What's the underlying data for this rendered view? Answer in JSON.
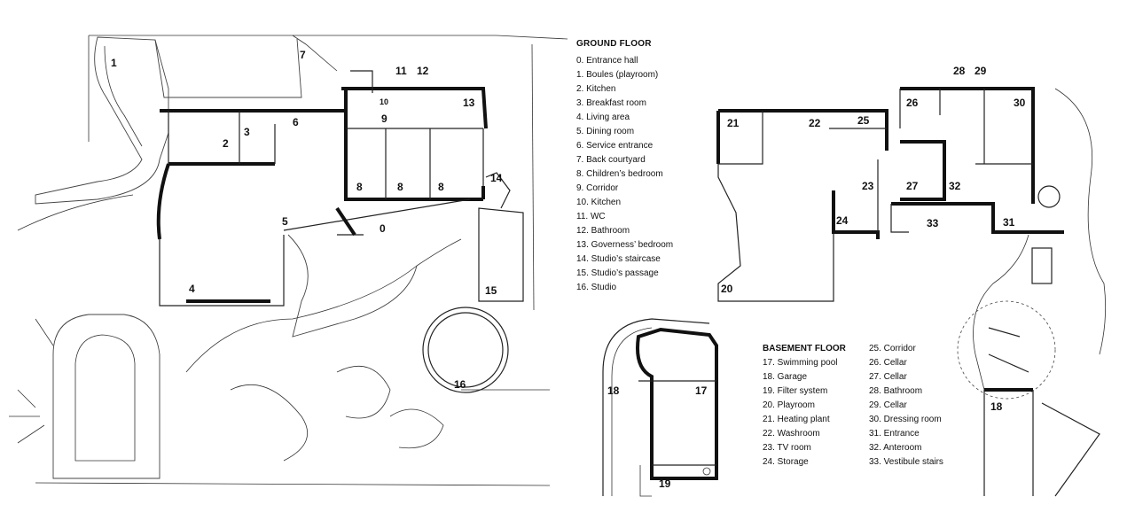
{
  "ground_floor": {
    "title": "GROUND FLOOR",
    "items": [
      "0. Entrance hall",
      "1. Boules (playroom)",
      "2. Kitchen",
      "3. Breakfast room",
      "4. Living area",
      "5. Dining room",
      "6. Service entrance",
      "7. Back courtyard",
      "8. Children’s bedroom",
      "9. Corridor",
      "10. Kitchen",
      "11. WC",
      "12. Bathroom",
      "13. Governess’ bedroom",
      "14. Studio’s staircase",
      "15. Studio’s passage",
      "16. Studio"
    ],
    "plan_labels": [
      "1",
      "2",
      "3",
      "4",
      "5",
      "6",
      "7",
      "8",
      "8",
      "8",
      "9",
      "10",
      "11",
      "12",
      "13",
      "14",
      "15",
      "16",
      "0"
    ]
  },
  "basement_floor": {
    "title": "BASEMENT FLOOR",
    "items_col1": [
      "17. Swimming pool",
      "18. Garage",
      "19. Filter system",
      "20. Playroom",
      "21. Heating plant",
      "22. Washroom",
      "23. TV room",
      "24. Storage"
    ],
    "items_col2": [
      "25. Corridor",
      "26. Cellar",
      "27. Cellar",
      "28. Bathroom",
      "29. Cellar",
      "30. Dressing room",
      "31. Entrance",
      "32. Anteroom",
      "33. Vestibule stairs"
    ],
    "plan_labels": [
      "20",
      "21",
      "22",
      "23",
      "24",
      "25",
      "26",
      "27",
      "28",
      "29",
      "30",
      "31",
      "32",
      "33",
      "18",
      "17",
      "18",
      "19"
    ]
  },
  "colors": {
    "ink": "#111111",
    "paper": "#ffffff"
  }
}
